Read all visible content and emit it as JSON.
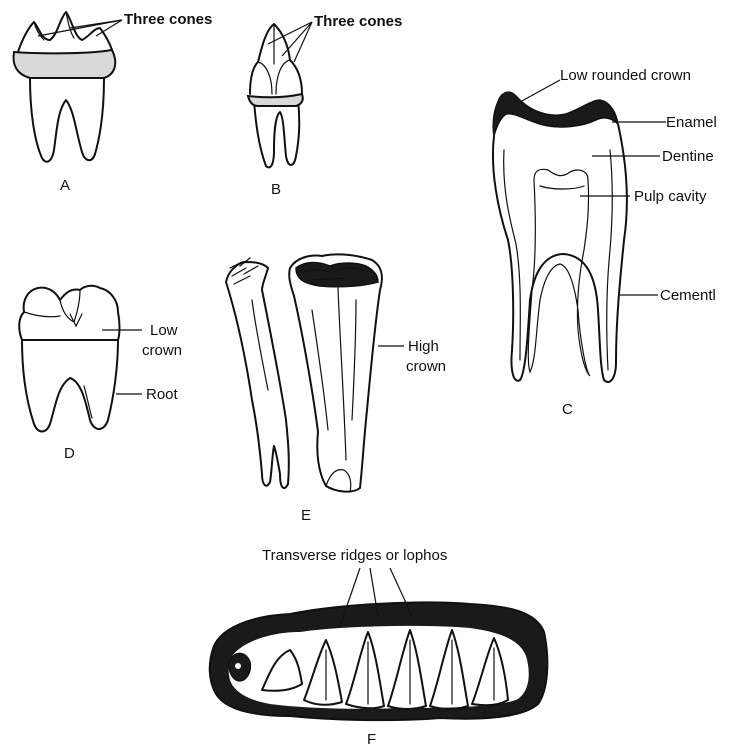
{
  "figures": {
    "A": {
      "caption": "A",
      "label": "Three cones"
    },
    "B": {
      "caption": "B",
      "label": "Three cones"
    },
    "C": {
      "caption": "C",
      "labels": {
        "crown": "Low rounded crown",
        "enamel": "Enamel",
        "dentine": "Dentine",
        "pulp": "Pulp cavity",
        "cement": "Cementl"
      }
    },
    "D": {
      "caption": "D",
      "labels": {
        "crown_line1": "Low",
        "crown_line2": "crown",
        "root": "Root"
      }
    },
    "E": {
      "caption": "E",
      "labels": {
        "crown_line1": "High",
        "crown_line2": "crown"
      }
    },
    "F": {
      "caption": "F",
      "label": "Transverse ridges or lophos"
    }
  },
  "colors": {
    "ink": "#111111",
    "background": "#ffffff",
    "fill_dark": "#1a1a1a"
  }
}
